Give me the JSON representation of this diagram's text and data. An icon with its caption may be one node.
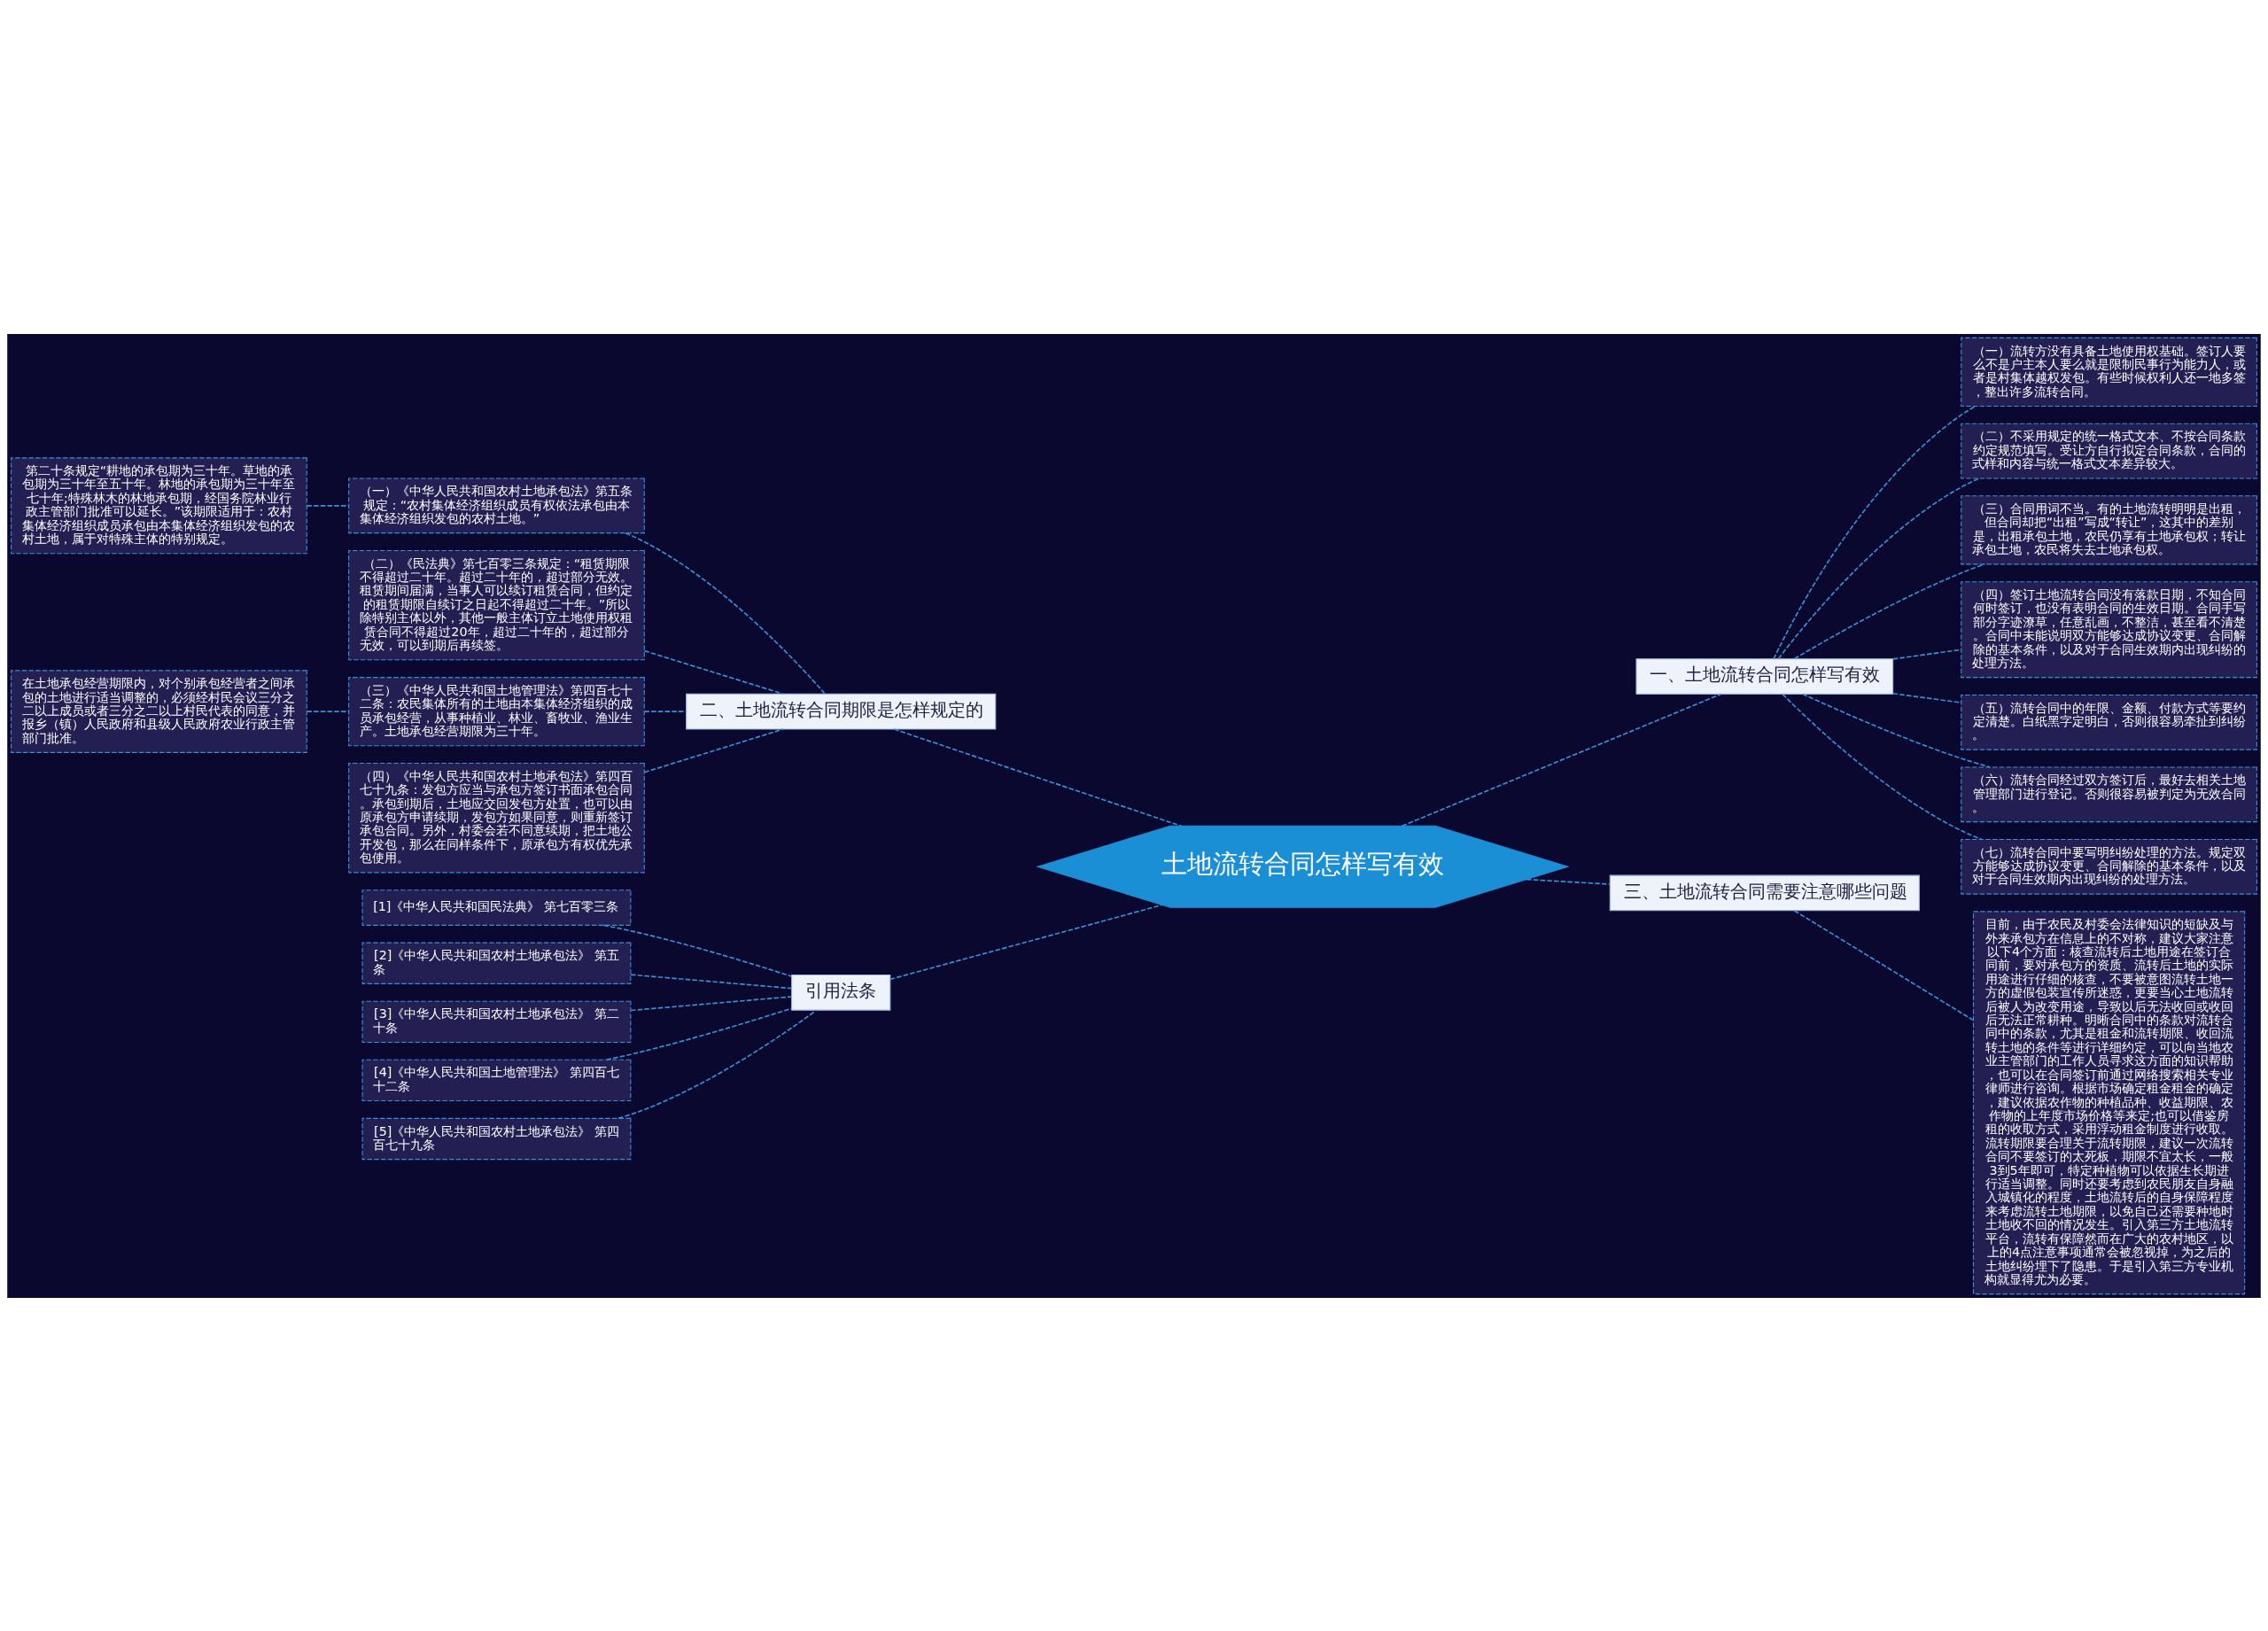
{
  "diagram": {
    "nodes": [
      {
        "text": [
          "土地流转合同怎样写有效"
        ]
      },
      {
        "text": [
          "一、土地流转合同怎样写有效"
        ]
      },
      {
        "text": [
          "（一）流转方没有具备土地使用权基础。签订人要么不是户主本人要么就是限制民事行为能力人，或者是村集体越权发包。有些时候权利人还一地多签，整出许多流转合同。"
        ]
      },
      {
        "text": [
          "（二）不采用规定的统一格式文本、不按合同条款约定规范填写。受让方自行拟定合同条款，合同的式样和内容与统一格式文本差异较大。"
        ]
      },
      {
        "text": [
          "（三）合同用词不当。有的土地流转明明是出租，但合同却把“出租”写成“转让”，这其中的差别是，出租承包土地，农民仍享有土地承包权；转让承包土地，农民将失去土地承包权。"
        ]
      },
      {
        "text": [
          "（四）签订土地流转合同没有落款日期，不知合同何时签订，也没有表明合同的生效日期。合同手写部分字迹潦草，任意乱画，不整洁，甚至看不清楚。合同中未能说明双方能够达成协议变更、合同解除的基本条件，以及对于合同生效期内出现纠纷的处理方法。"
        ]
      },
      {
        "text": [
          "（五）流转合同中的年限、金额、付款方式等要约定清楚。白纸黑字定明白，否则很容易牵扯到纠纷。"
        ]
      },
      {
        "text": [
          "（六）流转合同经过双方签订后，最好去相关土地管理部门进行登记。否则很容易被判定为无效合同。"
        ]
      },
      {
        "text": [
          "（七）流转合同中要写明纠纷处理的方法。规定双方能够达成协议变更、合同解除的基本条件，以及对于合同生效期内出现纠纷的处理方法。"
        ]
      },
      {
        "text": [
          "三、土地流转合同需要注意哪些问题"
        ]
      },
      {
        "text": [
          "目前，由于农民及村委会法律知识的短缺及与外来承包方在信息上的不对称，建议大家注意以下4个方面：核查流转后土地用途在签订合同前，要对承包方的资质、流转后土地的实际用途进行仔细的核查，不要被意图流转土地一方的虚假包装宣传所迷惑，更要当心土地流转后被人为改变用途，导致以后无法收回或收回后无法正常耕种。明晰合同中的条款对流转合同中的条款，尤其是租金和流转期限、收回流转土地的条件等进行详细约定，可以向当地农业主管部门的工作人员寻求这方面的知识帮助，也可以在合同签订前通过网络搜索相关专业律师进行咨询。根据市场确定租金租金的确定，建议依据农作物的种植品种、收益期限、农作物的上年度市场价格等来定;也可以借鉴房租的收取方式，采用浮动租金制度进行收取。流转期限要合理关于流转期限，建议一次流转合同不要签订的太死板，期限不宜太长，一般3到5年即可，特定种植物可以依据生长期进行适当调整。同时还要考虑到农民朋友自身融入城镇化的程度，土地流转后的自身保障程度来考虑流转土地期限，以免自己还需要种地时土地收不回的情况发生。引入第三方土地流转平台，流转有保障然而在广大的农村地区，以上的4点注意事项通常会被忽视掉，为之后的土地纠纷埋下了隐患。于是引入第三方专业机构就显得尤为必要。"
        ]
      },
      {
        "text": [
          "二、土地流转合同期限是怎样规定的"
        ]
      },
      {
        "text": [
          "（一）《中华人民共和国农村土地承包法》第五条规定：“农村集体经济组织成员有权依法承包由本集体经济组织发包的农村土地。”"
        ]
      },
      {
        "text": [
          "第二十条规定“耕地的承包期为三十年。草地的承包期为三十年至五十年。林地的承包期为三十年至七十年;特殊林木的林地承包期，经国务院林业行政主管部门批准可以延长。”该期限适用于：农村集体经济组织成员承包由本集体经济组织发包的农村土地，属于对特殊主体的特别规定。"
        ]
      },
      {
        "text": [
          "（二）《民法典》第七百零三条规定：“租赁期限不得超过二十年。超过二十年的，超过部分无效。租赁期间届满，当事人可以续订租赁合同，但约定的租赁期限自续订之日起不得超过二十年。”所以除特别主体以外，其他一般主体订立土地使用权租赁合同不得超过20年，超过二十年的，超过部分无效，可以到期后再续签。"
        ]
      },
      {
        "text": [
          "（三）《中华人民共和国土地管理法》第四百七十二条：农民集体所有的土地由本集体经济组织的成员承包经营，从事种植业、林业、畜牧业、渔业生产。土地承包经营期限为三十年。"
        ]
      },
      {
        "text": [
          "在土地承包经营期限内，对个别承包经营者之间承包的土地进行适当调整的，必须经村民会议三分之二以上成员或者三分之二以上村民代表的同意，并报乡（镇）人民政府和县级人民政府农业行政主管部门批准。"
        ]
      },
      {
        "text": [
          "（四）《中华人民共和国农村土地承包法》第四百七十九条：发包方应当与承包方签订书面承包合同。承包到期后，土地应交回发包方处置，也可以由原承包方申请续期，发包方如果同意，则重新签订承包合同。另外，村委会若不同意续期，把土地公开发包，那么在同样条件下，原承包方有权优先承包使用。"
        ]
      },
      {
        "text": [
          "引用法条"
        ]
      },
      {
        "text": [
          "[1]《中华人民共和国民法典》 第七百零三条"
        ]
      },
      {
        "text": [
          "[2]《中华人民共和国农村土地承包法》 第五条"
        ]
      },
      {
        "text": [
          "[3]《中华人民共和国农村土地承包法》 第二十条"
        ]
      },
      {
        "text": [
          "[4]《中华人民共和国土地管理法》 第四百七十二条"
        ]
      },
      {
        "text": [
          "[5]《中华人民共和国农村土地承包法》 第四百七十九条"
        ]
      }
    ],
    "edges": [
      {
        "from": 0,
        "to": 1,
        "arrow": "none",
        "style": "dashed"
      },
      {
        "from": 1,
        "to": 2,
        "arrow": "none",
        "style": "dashed"
      },
      {
        "from": 1,
        "to": 3,
        "arrow": "none",
        "style": "dashed"
      },
      {
        "from": 1,
        "to": 4,
        "arrow": "none",
        "style": "dashed"
      },
      {
        "from": 1,
        "to": 5,
        "arrow": "none",
        "style": "dashed"
      },
      {
        "from": 1,
        "to": 6,
        "arrow": "none",
        "style": "dashed"
      },
      {
        "from": 1,
        "to": 7,
        "arrow": "none",
        "style": "dashed"
      },
      {
        "from": 1,
        "to": 8,
        "arrow": "none",
        "style": "dashed"
      },
      {
        "from": 0,
        "to": 9,
        "arrow": "none",
        "style": "dashed"
      },
      {
        "from": 9,
        "to": 10,
        "arrow": "none",
        "style": "dashed"
      },
      {
        "from": 0,
        "to": 11,
        "arrow": "none",
        "style": "dashed"
      },
      {
        "from": 11,
        "to": 12,
        "arrow": "none",
        "style": "dashed"
      },
      {
        "from": 12,
        "to": 13,
        "arrow": "none",
        "style": "dashed"
      },
      {
        "from": 11,
        "to": 14,
        "arrow": "none",
        "style": "dashed"
      },
      {
        "from": 11,
        "to": 15,
        "arrow": "none",
        "style": "dashed"
      },
      {
        "from": 15,
        "to": 16,
        "arrow": "none",
        "style": "dashed"
      },
      {
        "from": 11,
        "to": 17,
        "arrow": "none",
        "style": "dashed"
      },
      {
        "from": 0,
        "to": 18,
        "arrow": "none",
        "style": "dashed"
      },
      {
        "from": 18,
        "to": 19,
        "arrow": "none",
        "style": "dashed"
      },
      {
        "from": 18,
        "to": 20,
        "arrow": "none",
        "style": "dashed"
      },
      {
        "from": 18,
        "to": 21,
        "arrow": "none",
        "style": "dashed"
      },
      {
        "from": 18,
        "to": 22,
        "arrow": "none",
        "style": "dashed"
      },
      {
        "from": 18,
        "to": 23,
        "arrow": "none",
        "style": "dashed"
      }
    ]
  }
}
